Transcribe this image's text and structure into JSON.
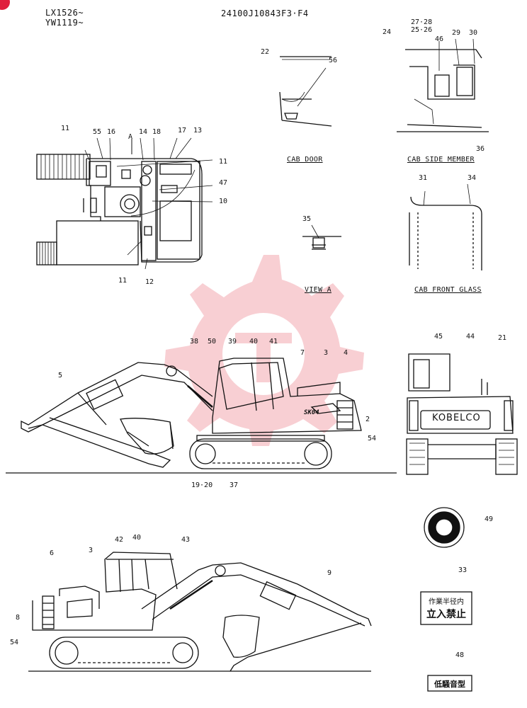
{
  "header": {
    "serial_line1": "LX1526~",
    "serial_line2": "YW1119~",
    "part_number": "24100J10843F3·F4"
  },
  "captions": {
    "cab_door": "CAB DOOR",
    "cab_side_member": "CAB SIDE MEMBER",
    "view_a": "VIEW A",
    "cab_front_glass": "CAB FRONT GLASS"
  },
  "view_marker": "A",
  "callouts": {
    "top_view": [
      "11",
      "55",
      "16",
      "14",
      "18",
      "17",
      "13",
      "11",
      "47",
      "10",
      "11",
      "12"
    ],
    "cab_door": [
      "22",
      "56"
    ],
    "side_member": [
      "24",
      "27·28",
      "25·26",
      "46",
      "29",
      "30",
      "36"
    ],
    "front_glass": [
      "31",
      "34"
    ],
    "view_a": [
      "35"
    ],
    "side_view": [
      "5",
      "38",
      "50",
      "39",
      "40",
      "41",
      "7",
      "3",
      "4",
      "2",
      "54",
      "19·20",
      "37"
    ],
    "rear_view": [
      "45",
      "44",
      "21"
    ],
    "side_view_lower": [
      "6",
      "3",
      "42",
      "40",
      "43",
      "9",
      "8",
      "54"
    ],
    "decals": [
      "49",
      "33",
      "48"
    ]
  },
  "decal_33_text": [
    "作業半径内",
    "立入禁止"
  ],
  "decal_48_text": "低騒音型",
  "rear_brand": "KOBELCO",
  "model_badge": "SK04",
  "colors": {
    "line": "#111111",
    "watermark": "#e0283c",
    "corner": "#e01e3c"
  }
}
